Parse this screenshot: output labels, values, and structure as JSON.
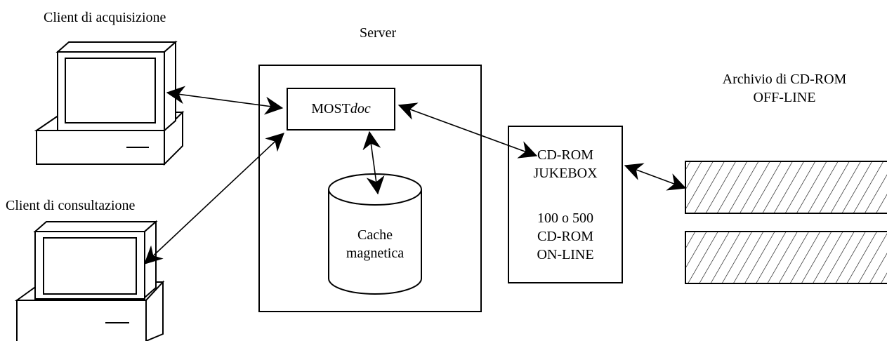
{
  "labels": {
    "client_acquisition": "Client di acquisizione",
    "client_consultation": "Client di consultazione",
    "server": "Server",
    "mostdoc_prefix": "MOST",
    "mostdoc_suffix": "doc",
    "cache_line1": "Cache",
    "cache_line2": "magnetica",
    "jukebox_line1": "CD-ROM",
    "jukebox_line2": "JUKEBOX",
    "jukebox_line3": "100 o 500",
    "jukebox_line4": "CD-ROM",
    "jukebox_line5": "ON-LINE",
    "archive_line1": "Archivio di CD-ROM",
    "archive_line2": "OFF-LINE"
  },
  "icons": [
    "computer-icon",
    "computer-icon",
    "disk-cylinder-icon",
    "hatched-cd-stack-icon"
  ]
}
